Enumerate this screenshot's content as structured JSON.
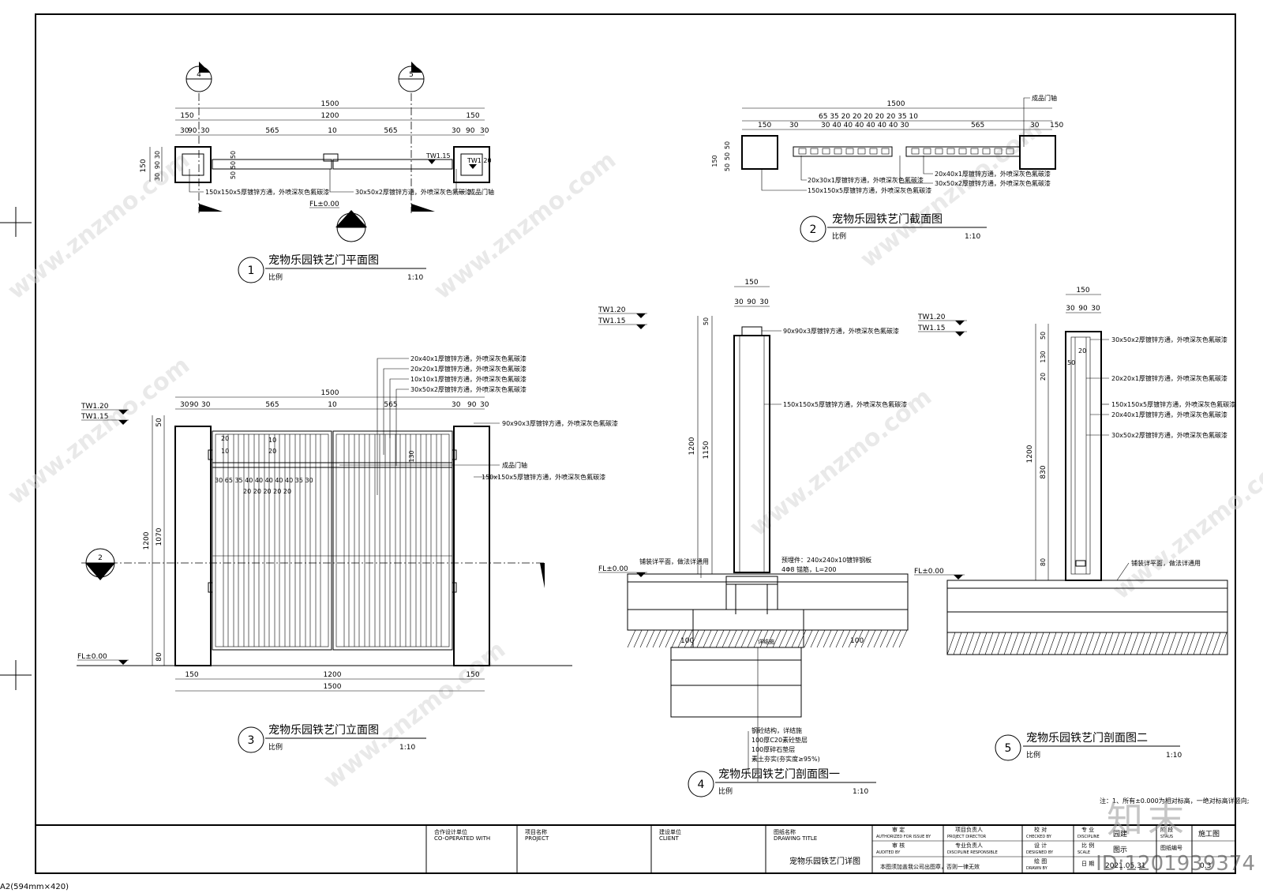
{
  "views": {
    "plan": {
      "num": "1",
      "title": "宠物乐园铁艺门平面图",
      "scale_label": "比例",
      "scale": "1:10"
    },
    "section_view": {
      "num": "2",
      "title": "宠物乐园铁艺门截面图",
      "scale_label": "比例",
      "scale": "1:10"
    },
    "elevation": {
      "num": "3",
      "title": "宠物乐园铁艺门立面图",
      "scale_label": "比例",
      "scale": "1:10"
    },
    "section1": {
      "num": "4",
      "title": "宠物乐园铁艺门剖面图一",
      "scale_label": "比例",
      "scale": "1:10"
    },
    "section2": {
      "num": "5",
      "title": "宠物乐园铁艺门剖面图二",
      "scale_label": "比例",
      "scale": "1:10"
    }
  },
  "markers": {
    "m4": "4",
    "m5": "5",
    "m3": "3",
    "m2": "2"
  },
  "levels": {
    "tw120": "TW1.20",
    "tw115": "TW1.15",
    "fl": "FL±0.00"
  },
  "dims": {
    "d1500": "1500",
    "d1200": "1200",
    "d150": "150",
    "d565": "565",
    "d10": "10",
    "d30": "30",
    "d90": "90",
    "d50": "50",
    "d1070": "1070",
    "d80": "80",
    "d1150": "1150",
    "d100": "100",
    "d830": "830",
    "d130": "130",
    "d20": "20",
    "d65": "65",
    "d40": "40",
    "d35": "35",
    "row_s2": "65 35 20 20 20 20 20 35 10",
    "row_s2b": "30 40 40 40 40 40 40 30",
    "row_e1": "30 65 35 40 40 40 40 40 35 30",
    "row_e2": "20 20 20 20 20"
  },
  "notes": {
    "post150": "150x150x5厚镀锌方通，外喷深灰色氟碳漆",
    "rail3050": "30x50x2厚镀锌方通，外喷深灰色氟碳漆",
    "hinge": "成品门轴",
    "bar2030": "20x30x1厚镀锌方通，外喷深灰色氟碳漆",
    "bar2040": "20x40x1厚镀锌方通，外喷深灰色氟碳漆",
    "bar2020": "20x20x1厚镀锌方通，外喷深灰色氟碳漆",
    "bar1010": "10x10x1厚镀锌方通，外喷深灰色氟碳漆",
    "cap90": "90x90x3厚镀锌方通，外喷深灰色氟碳漆",
    "paving": "铺装详平面，做法详通用",
    "plate": "预埋件：240x240x10镀锌钢板",
    "anchor": "4Φ8 锚筋，L=200",
    "foundation": "详结施",
    "f1": "钢砼结构，详结施",
    "f2": "100厚C20素砼垫层",
    "f3": "100厚碎石垫层",
    "f4": "素土夯实(夯实度≥95%)",
    "global": "注：1、所有±0.000为相对标高，一绝对标高详竖向;"
  },
  "titleblock": {
    "coop_cn": "合作设计单位",
    "coop_en": "CO-OPERATED WITH",
    "proj_cn": "项目名称",
    "proj_en": "PROJECT",
    "client_cn": "建设单位",
    "client_en": "CLIENT",
    "dtitle_cn": "图纸名称",
    "dtitle_en": "DRAWING TITLE",
    "drawing_name": "宠物乐园铁艺门详图",
    "approved_cn": "审 定",
    "approved_en": "AUTHORIZED FOR ISSUE BY",
    "audited_cn": "审 核",
    "audited_en": "AUDITED BY",
    "director_cn": "项目负责人",
    "director_en": "PROJECT DIRECTOR",
    "resp_cn": "专业负责人",
    "resp_en": "DISCIPLINE RESPONSIBLE",
    "checked_cn": "校 对",
    "checked_en": "CHECKED BY",
    "designed_cn": "设 计",
    "designed_en": "DESIGNED BY",
    "drawn_cn": "绘 图",
    "drawn_en": "DRAWN BY",
    "discipline_cn": "专 业",
    "discipline_en": "DISCIPLINE",
    "discipline_val": "园建",
    "status_cn": "阶 段",
    "status_en": "STAUS",
    "status_val": "施工图",
    "scale_cn": "比 例",
    "scale_en": "SCALE",
    "scale_val": "图示",
    "drawno_cn": "图纸编号",
    "drawno_val": "0.3",
    "date_cn": "日 期",
    "date_val": "2021.05.31",
    "stamp_note": "本图须加盖我公司出图章，否则一律无效"
  },
  "watermark": {
    "url": "www.znzmo.com",
    "brand": "知末网",
    "logo": "知末",
    "id": "ID:1201939374"
  },
  "paper": "A2(594mm×420)"
}
